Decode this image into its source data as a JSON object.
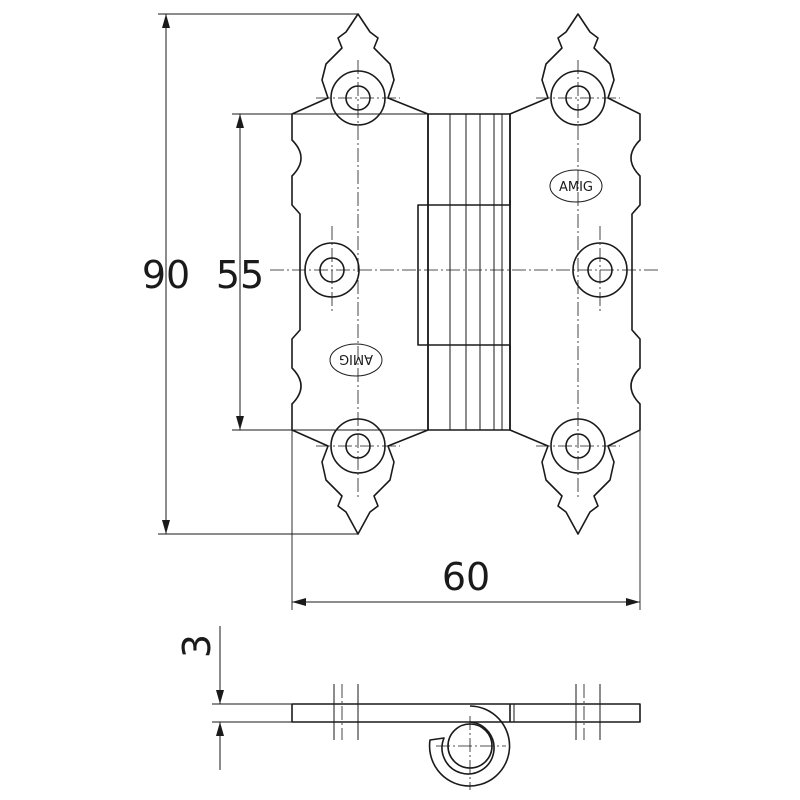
{
  "dimensions": {
    "height_total": "90",
    "hole_spacing": "55",
    "width_total": "60",
    "thickness": "3"
  },
  "brand": {
    "right_leaf": "AMIG",
    "left_leaf": "AMIG"
  }
}
